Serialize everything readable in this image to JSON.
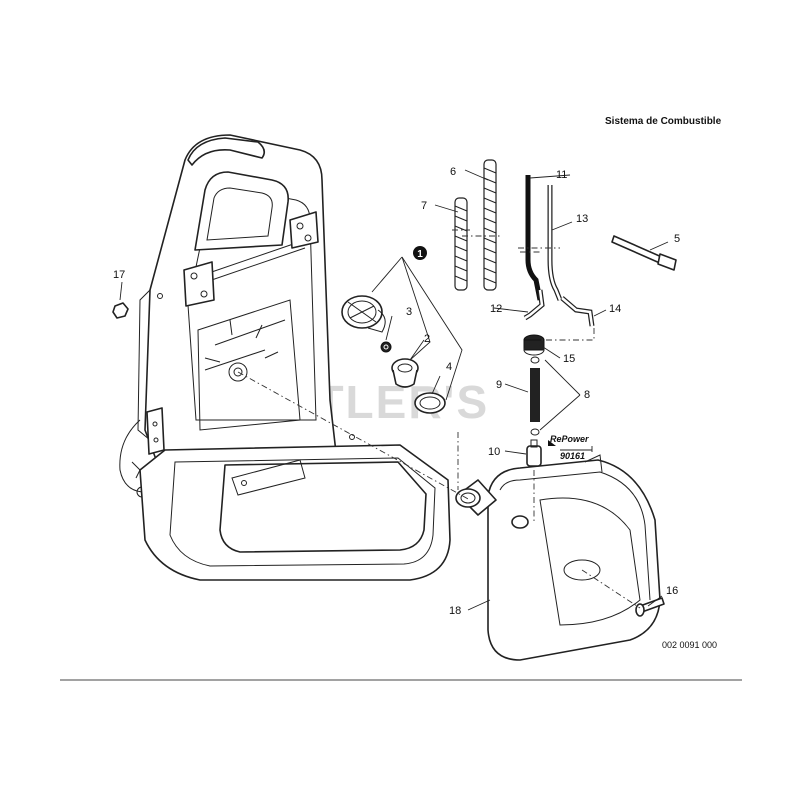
{
  "header": {
    "section_title": "Sistema de Combustible"
  },
  "watermark": {
    "text": "CUTLER'S"
  },
  "callouts": [
    {
      "id": "1",
      "label": "1"
    },
    {
      "id": "2",
      "label": "2"
    },
    {
      "id": "3",
      "label": "3"
    },
    {
      "id": "4",
      "label": "4"
    },
    {
      "id": "5",
      "label": "5"
    },
    {
      "id": "6",
      "label": "6"
    },
    {
      "id": "7",
      "label": "7"
    },
    {
      "id": "8",
      "label": "8"
    },
    {
      "id": "9",
      "label": "9"
    },
    {
      "id": "10",
      "label": "10"
    },
    {
      "id": "11",
      "label": "11"
    },
    {
      "id": "12",
      "label": "12"
    },
    {
      "id": "13",
      "label": "13"
    },
    {
      "id": "14",
      "label": "14"
    },
    {
      "id": "15",
      "label": "15"
    },
    {
      "id": "16",
      "label": "16"
    },
    {
      "id": "17",
      "label": "17"
    },
    {
      "id": "18",
      "label": "18"
    }
  ],
  "repower": {
    "prefix": "Re",
    "suffix": "Power",
    "number": "90161"
  },
  "diagram_code": "002 0091 000"
}
